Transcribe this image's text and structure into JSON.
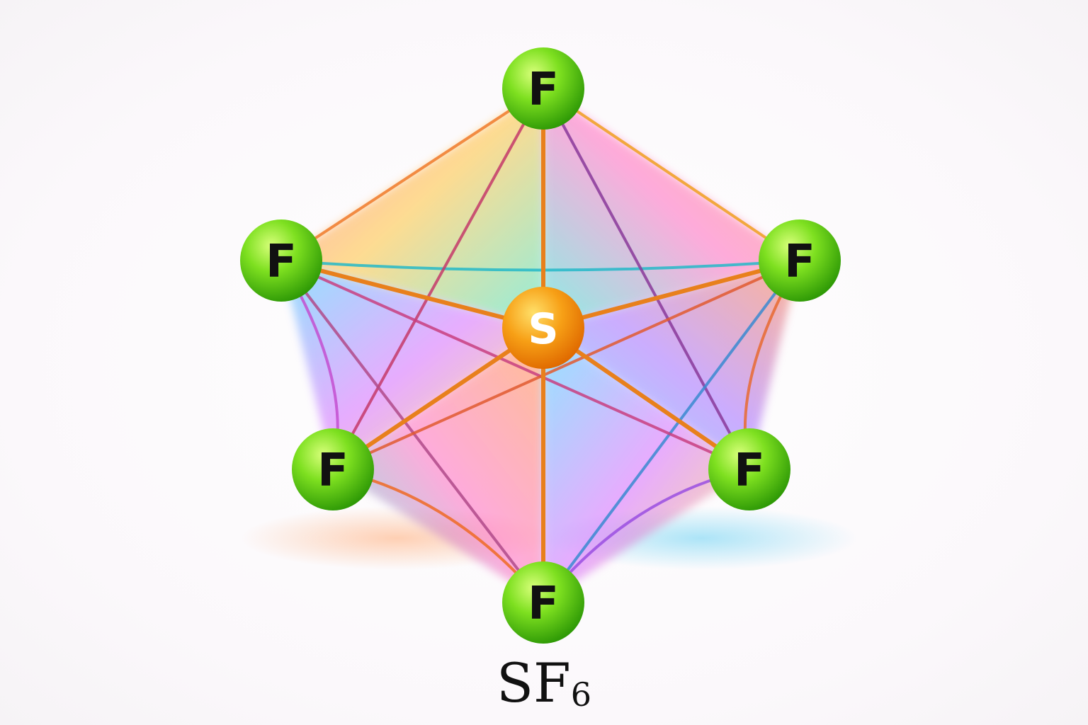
{
  "molecule": {
    "formula_main": "SF",
    "formula_subscript": "6",
    "central_atom": {
      "symbol": "S",
      "color": "#f39a12"
    },
    "ligand_atoms": [
      {
        "symbol": "F",
        "position": "top"
      },
      {
        "symbol": "F",
        "position": "upper-left"
      },
      {
        "symbol": "F",
        "position": "upper-right"
      },
      {
        "symbol": "F",
        "position": "lower-left"
      },
      {
        "symbol": "F",
        "position": "lower-right"
      },
      {
        "symbol": "F",
        "position": "bottom"
      }
    ],
    "ligand_color": "#5fd21a",
    "geometry": "octahedral"
  }
}
